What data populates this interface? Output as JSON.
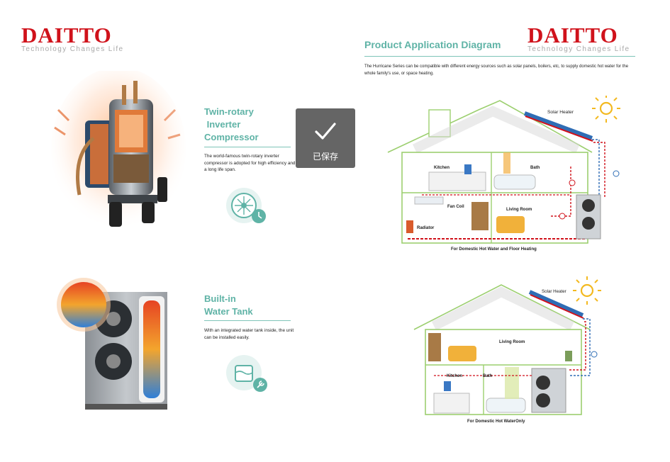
{
  "brand": {
    "name": "DAITTO",
    "tagline": "Technology Changes Life",
    "color": "#d0121b"
  },
  "colors": {
    "accent": "#5fb3a6",
    "house_outline": "#9ccf6f",
    "hot_pipe": "#d0121b",
    "cold_pipe": "#2f6db5"
  },
  "features": {
    "compressor": {
      "title": "Twin-rotary\n Inverter\nCompressor",
      "title_lines": [
        "Twin-rotary",
        " Inverter",
        "Compressor"
      ],
      "description": "The world-famous twin-rotary inverter compressor is adopted for high efficiency and a long life span.",
      "icon": "fan-clock-icon"
    },
    "tank": {
      "title_lines": [
        "Built-in",
        "Water Tank"
      ],
      "description": "With an integrated water tank inside, the unit can be installed easily.",
      "icon": "water-tank-wrench-icon"
    }
  },
  "diagram": {
    "title": "Product Application Diagram",
    "description": "The Hurricane Series can be compatible with different energy sources such as solar panels, boilers, etc, to supply domestic hot water for the whole family's use, or space heating.",
    "house1": {
      "solar_label": "Solar Heater",
      "rooms": [
        "Kitchen",
        "Bath",
        "Fan Coil",
        "Living Room",
        "Radiator"
      ],
      "caption": "For Domestic Hot Water and Floor Heating"
    },
    "house2": {
      "solar_label": "Solar Heater",
      "rooms": [
        "Living Room",
        "Kitchen",
        "Bath"
      ],
      "caption": "For Domestic Hot WaterOnly"
    }
  },
  "toast": {
    "label": "已保存",
    "icon": "checkmark-icon"
  }
}
